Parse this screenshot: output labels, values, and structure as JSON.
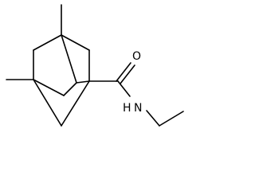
{
  "molecule": {
    "atoms": [
      {
        "label": "O"
      },
      {
        "label": "H"
      },
      {
        "label": "N"
      }
    ],
    "colors": {
      "ink": "#000000",
      "background": "#ffffff"
    }
  }
}
